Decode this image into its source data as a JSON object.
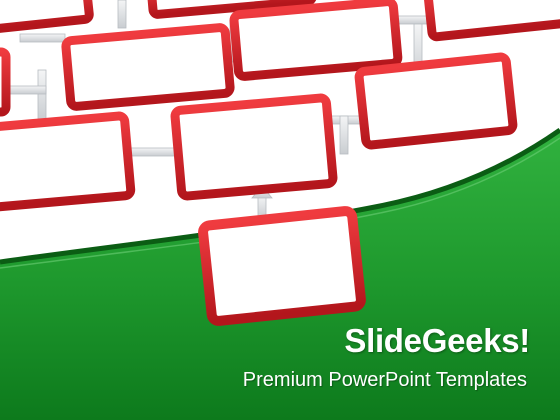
{
  "brand": {
    "name": "SlideGeeks!",
    "tagline": "Premium PowerPoint Templates"
  },
  "colors": {
    "box_red": "#d8232a",
    "box_red_dark": "#a81419",
    "green": "#1f9a2e",
    "green_dark": "#0b6b17",
    "connector": "#d9dde0"
  },
  "icons": [
    "flowchart-box",
    "connector-arrow"
  ]
}
